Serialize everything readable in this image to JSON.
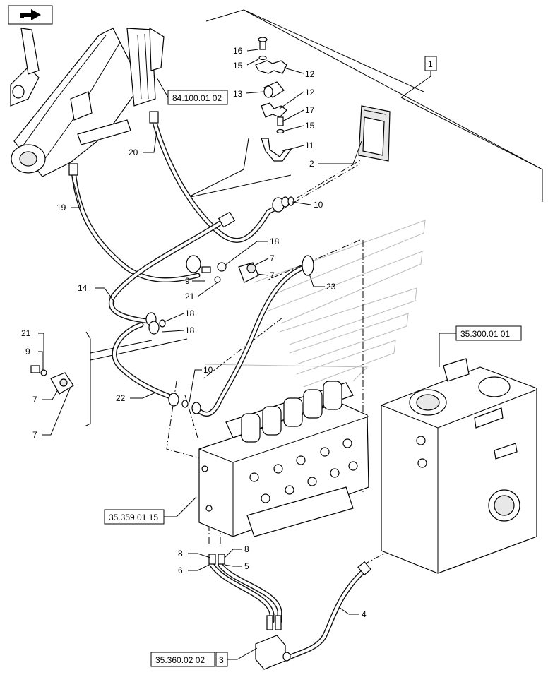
{
  "diagram": {
    "nav_icon": "forward-arrow-icon",
    "reference_boxes": [
      {
        "id": "ref-84",
        "text": "84.100.01 02"
      },
      {
        "id": "ref-35300",
        "text": "35.300.01 01"
      },
      {
        "id": "ref-35359",
        "text": "35.359.01 15"
      },
      {
        "id": "ref-35360",
        "text": "35.360.02 02"
      },
      {
        "id": "ref-35360-num",
        "text": "3"
      },
      {
        "id": "ref-1",
        "text": "1"
      }
    ],
    "callouts": [
      {
        "id": "c16",
        "text": "16"
      },
      {
        "id": "c15a",
        "text": "15"
      },
      {
        "id": "c12a",
        "text": "12"
      },
      {
        "id": "c13",
        "text": "13"
      },
      {
        "id": "c12b",
        "text": "12"
      },
      {
        "id": "c17",
        "text": "17"
      },
      {
        "id": "c15b",
        "text": "15"
      },
      {
        "id": "c11",
        "text": "11"
      },
      {
        "id": "c2",
        "text": "2"
      },
      {
        "id": "c10a",
        "text": "10"
      },
      {
        "id": "c20",
        "text": "20"
      },
      {
        "id": "c19",
        "text": "19"
      },
      {
        "id": "c18a",
        "text": "18"
      },
      {
        "id": "c7a",
        "text": "7"
      },
      {
        "id": "c7b",
        "text": "7"
      },
      {
        "id": "c9a",
        "text": "9"
      },
      {
        "id": "c21a",
        "text": "21"
      },
      {
        "id": "c23",
        "text": "23"
      },
      {
        "id": "c14",
        "text": "14"
      },
      {
        "id": "c18b",
        "text": "18"
      },
      {
        "id": "c18c",
        "text": "18"
      },
      {
        "id": "c21b",
        "text": "21"
      },
      {
        "id": "c9b",
        "text": "9"
      },
      {
        "id": "c7c",
        "text": "7"
      },
      {
        "id": "c7d",
        "text": "7"
      },
      {
        "id": "c10b",
        "text": "10"
      },
      {
        "id": "c22",
        "text": "22"
      },
      {
        "id": "c8a",
        "text": "8"
      },
      {
        "id": "c8b",
        "text": "8"
      },
      {
        "id": "c6",
        "text": "6"
      },
      {
        "id": "c5",
        "text": "5"
      },
      {
        "id": "c4",
        "text": "4"
      }
    ]
  }
}
